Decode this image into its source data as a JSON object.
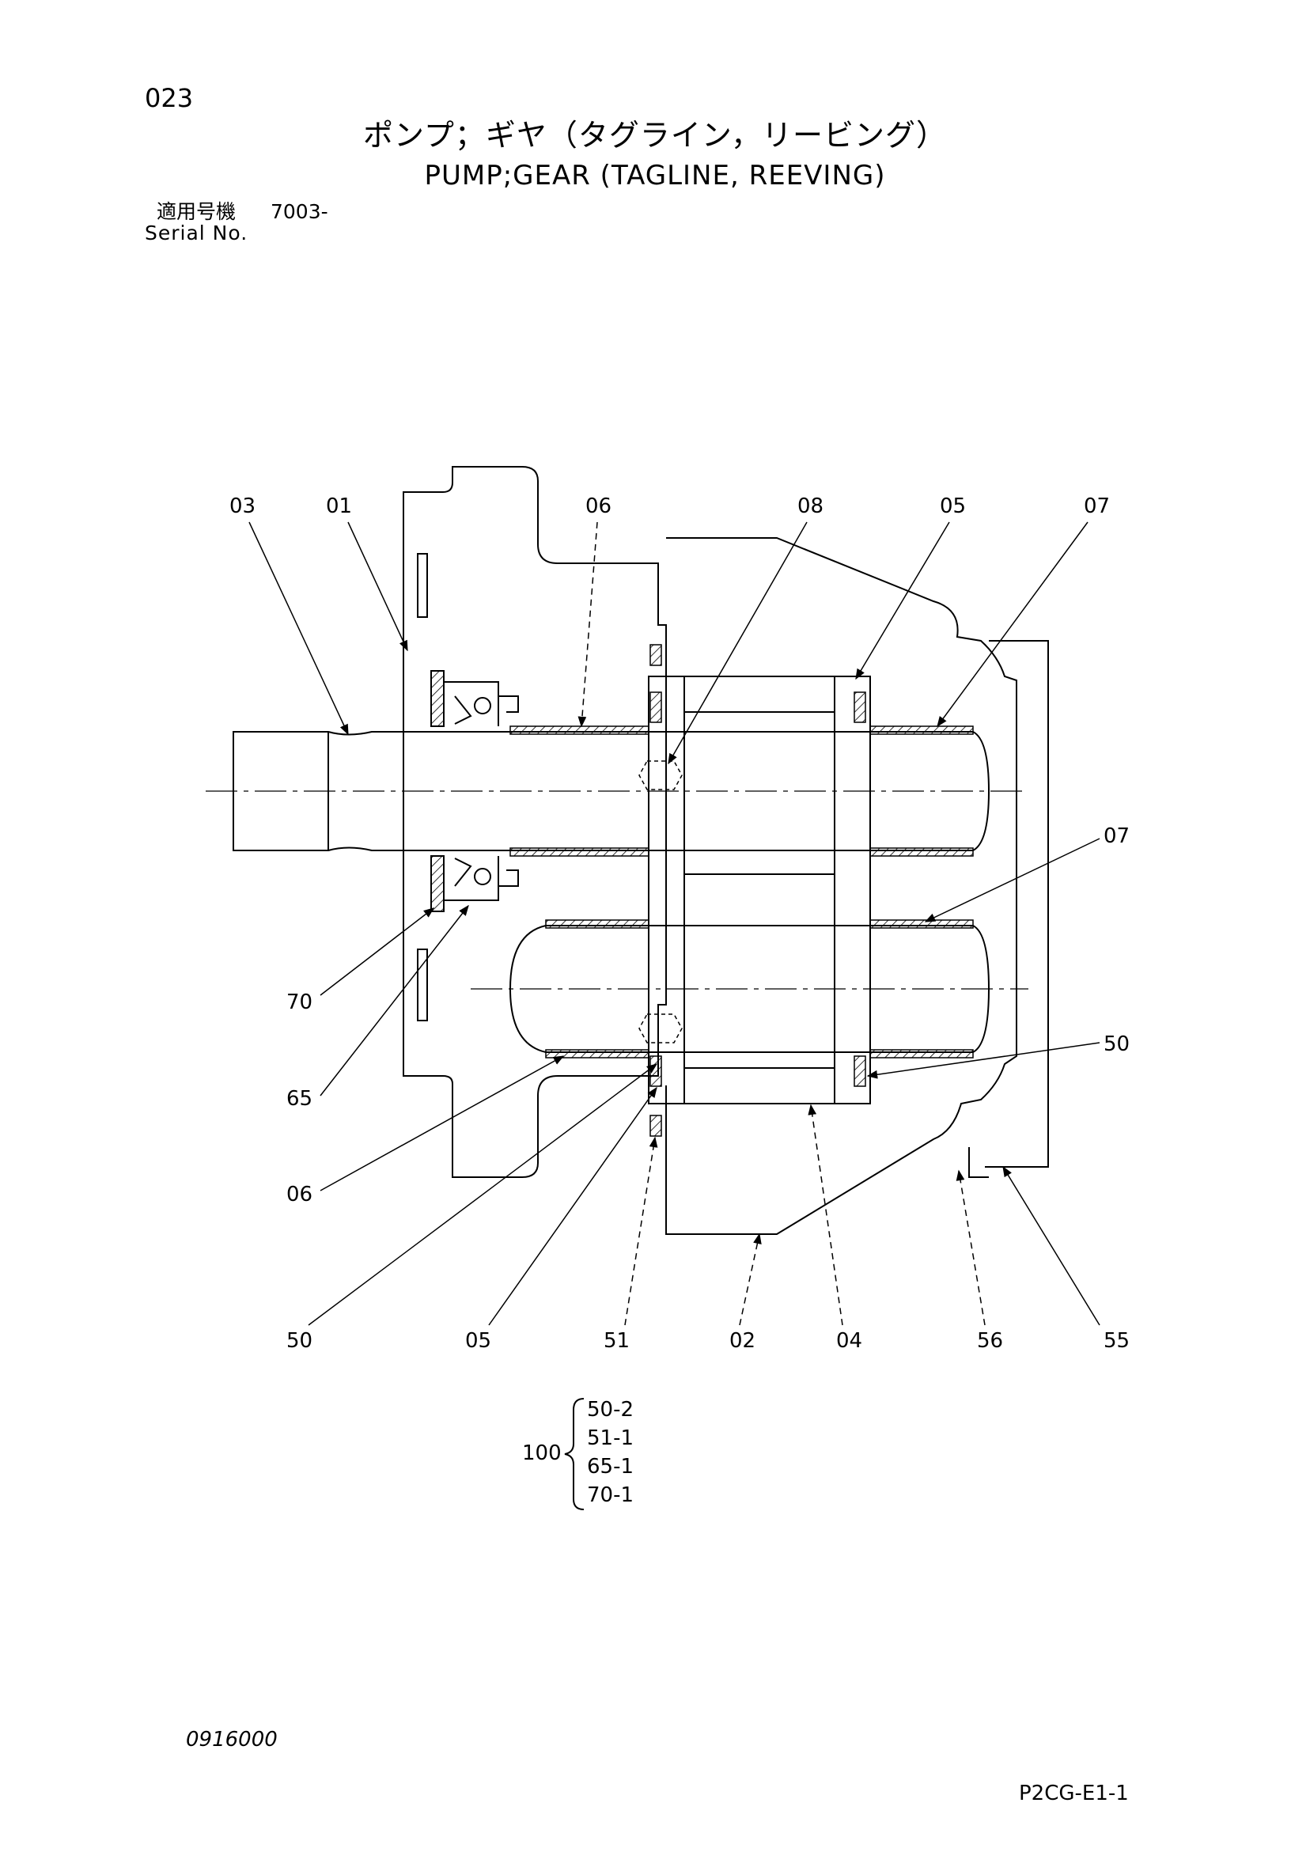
{
  "header": {
    "page_number": "023",
    "title_jp": "ポンプ；ギヤ（タグライン，リービング）",
    "title_en": "PUMP;GEAR (TAGLINE, REEVING)",
    "serial_label_jp": "適用号機",
    "serial_value": "7003-",
    "serial_label_en": "Serial No."
  },
  "callouts": {
    "c03_top": "03",
    "c01_top": "01",
    "c06_top": "06",
    "c08_top": "08",
    "c05_top": "05",
    "c07_top": "07",
    "c07_right": "07",
    "c70": "70",
    "c65": "65",
    "c06_left": "06",
    "c50_right": "50",
    "c50_bottom": "50",
    "c05_bottom": "05",
    "c51": "51",
    "c02": "02",
    "c04": "04",
    "c56": "56",
    "c55": "55"
  },
  "kit": {
    "label": "100",
    "items": [
      "50-2",
      "51-1",
      "65-1",
      "70-1"
    ]
  },
  "footer": {
    "doc_code": "0916000",
    "page_code": "P2CG-E1-1"
  }
}
